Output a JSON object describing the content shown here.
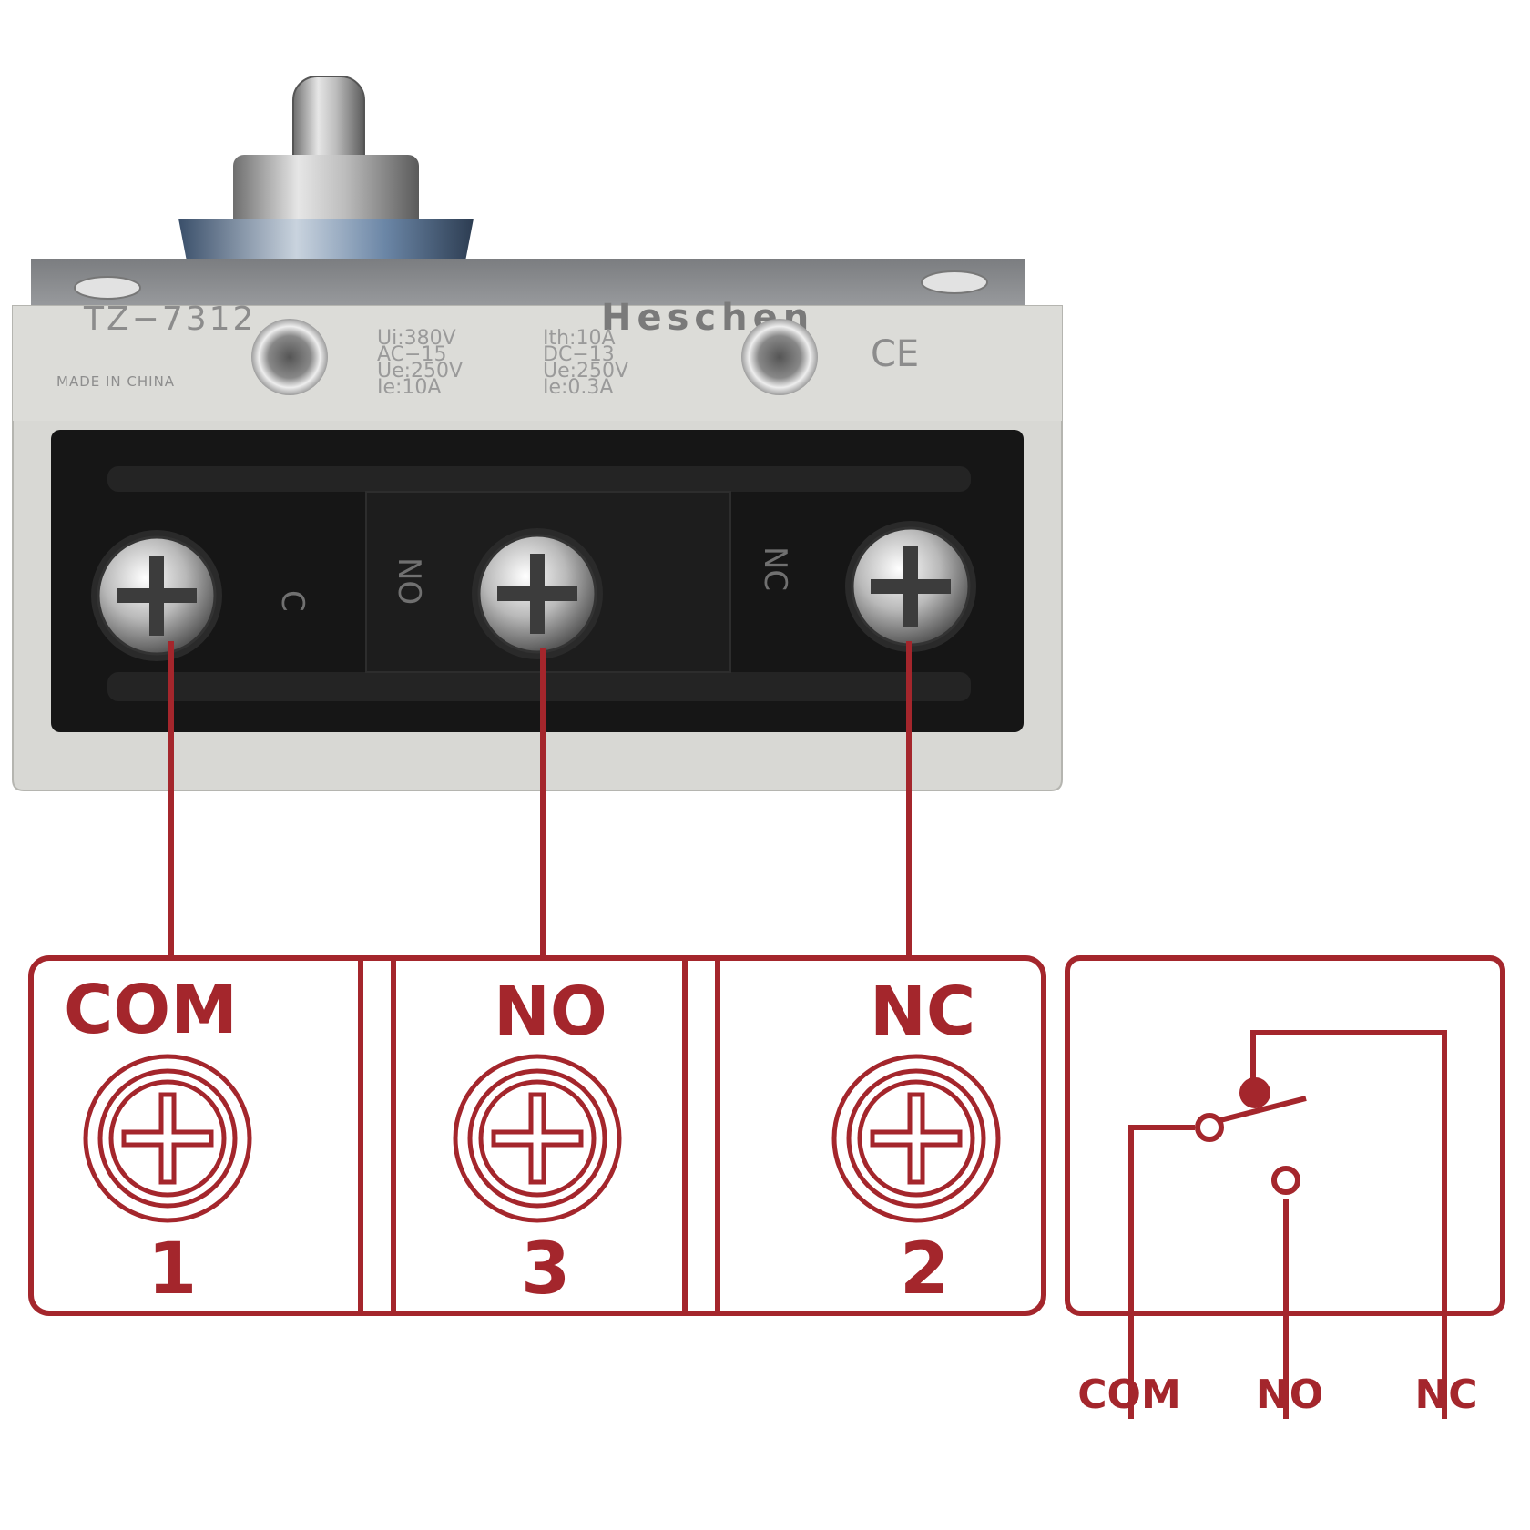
{
  "switch_label": {
    "model": "TZ−7312",
    "brand": "Heschen",
    "rating_left": [
      "Ui:380V",
      "AC−15",
      "Ue:250V",
      "Ie:10A"
    ],
    "rating_right": [
      "Ith:10A",
      "DC−13",
      "Ue:250V",
      "Ie:0.3A"
    ],
    "origin": "MADE IN CHINA",
    "certification": "CE"
  },
  "terminal_markings": [
    "C",
    "NO",
    "NC"
  ],
  "terminals": [
    {
      "label": "COM",
      "number": "1"
    },
    {
      "label": "NO",
      "number": "3"
    },
    {
      "label": "NC",
      "number": "2"
    }
  ],
  "schematic": {
    "labels": [
      "COM",
      "NO",
      "NC"
    ]
  },
  "colors": {
    "diagram_red": "#a4262c",
    "housing_gray": "#d8d8d4",
    "terminal_black": "#161616",
    "plate_gray": "#8a8c8e"
  }
}
